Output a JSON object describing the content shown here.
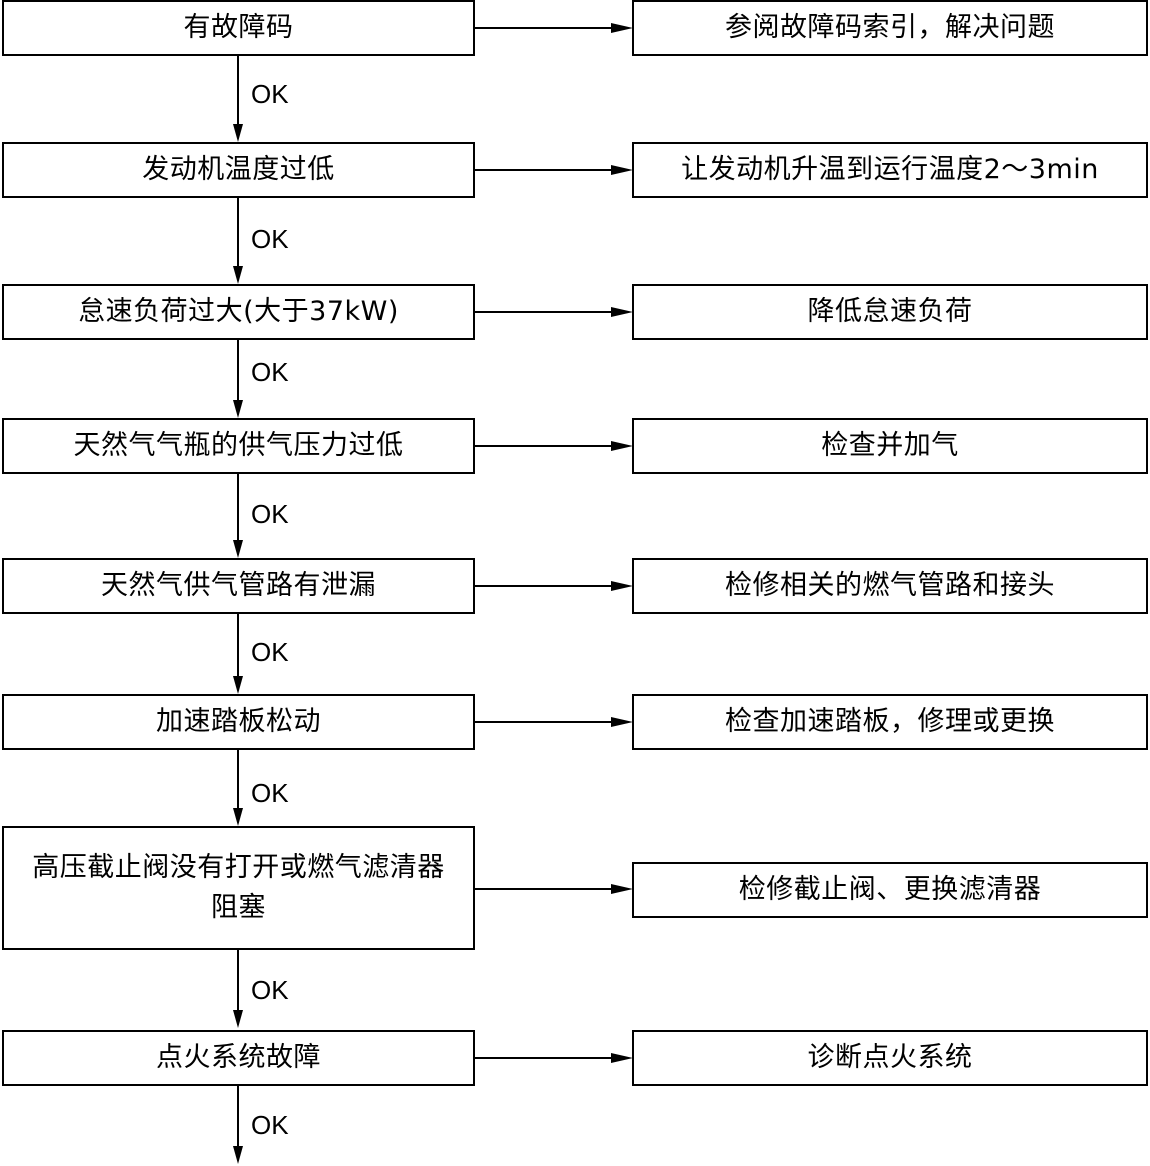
{
  "steps": [
    {
      "condition": "有故障码",
      "action": "参阅故障码索引，解决问题",
      "ok": "OK"
    },
    {
      "condition": "发动机温度过低",
      "action": "让发动机升温到运行温度2～3min",
      "ok": "OK"
    },
    {
      "condition": "怠速负荷过大(大于37kW)",
      "action": "降低怠速负荷",
      "ok": "OK"
    },
    {
      "condition": "天然气气瓶的供气压力过低",
      "action": "检查并加气",
      "ok": "OK"
    },
    {
      "condition": "天然气供气管路有泄漏",
      "action": "检修相关的燃气管路和接头",
      "ok": "OK"
    },
    {
      "condition": "加速踏板松动",
      "action": "检查加速踏板，修理或更换",
      "ok": "OK"
    },
    {
      "condition": "高压截止阀没有打开或燃气滤清器阻塞",
      "action": "检修截止阀、更换滤清器",
      "ok": "OK"
    },
    {
      "condition": "点火系统故障",
      "action": "诊断点火系统",
      "ok": "OK"
    }
  ]
}
